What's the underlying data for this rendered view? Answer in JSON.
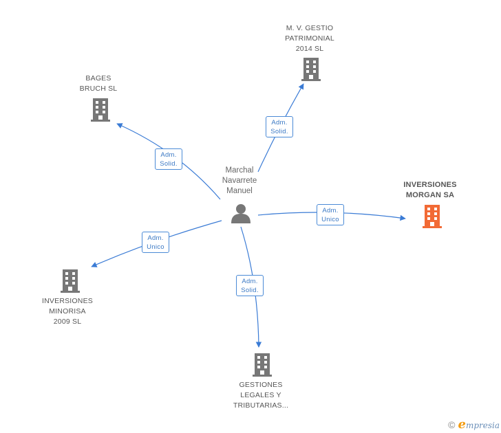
{
  "center": {
    "name_lines": [
      "Marchal",
      "Navarrete",
      "Manuel"
    ]
  },
  "nodes": {
    "mv_gestio": {
      "lines": [
        "M. V. GESTIO",
        "PATRIMONIAL",
        "2014 SL"
      ]
    },
    "bages": {
      "lines": [
        "BAGES",
        "BRUCH SL"
      ]
    },
    "morgan": {
      "lines": [
        "INVERSIONES",
        "MORGAN SA"
      ]
    },
    "minorisa": {
      "lines": [
        "INVERSIONES",
        "MINORISA",
        "2009 SL"
      ]
    },
    "gestiones": {
      "lines": [
        "GESTIONES",
        "LEGALES Y",
        "TRIBUTARIAS..."
      ]
    }
  },
  "edges": {
    "mv_gestio": [
      "Adm.",
      "Solid."
    ],
    "bages": [
      "Adm.",
      "Solid."
    ],
    "morgan": [
      "Adm.",
      "Unico"
    ],
    "minorisa": [
      "Adm.",
      "Unico"
    ],
    "gestiones": [
      "Adm.",
      "Solid."
    ]
  },
  "colors": {
    "edge": "#3a7bd5",
    "company": "#777777",
    "focus_company": "#f26a35",
    "person": "#777777"
  },
  "footer": {
    "copyright_symbol": "©",
    "brand_initial": "e",
    "brand_rest": "mpresia"
  }
}
